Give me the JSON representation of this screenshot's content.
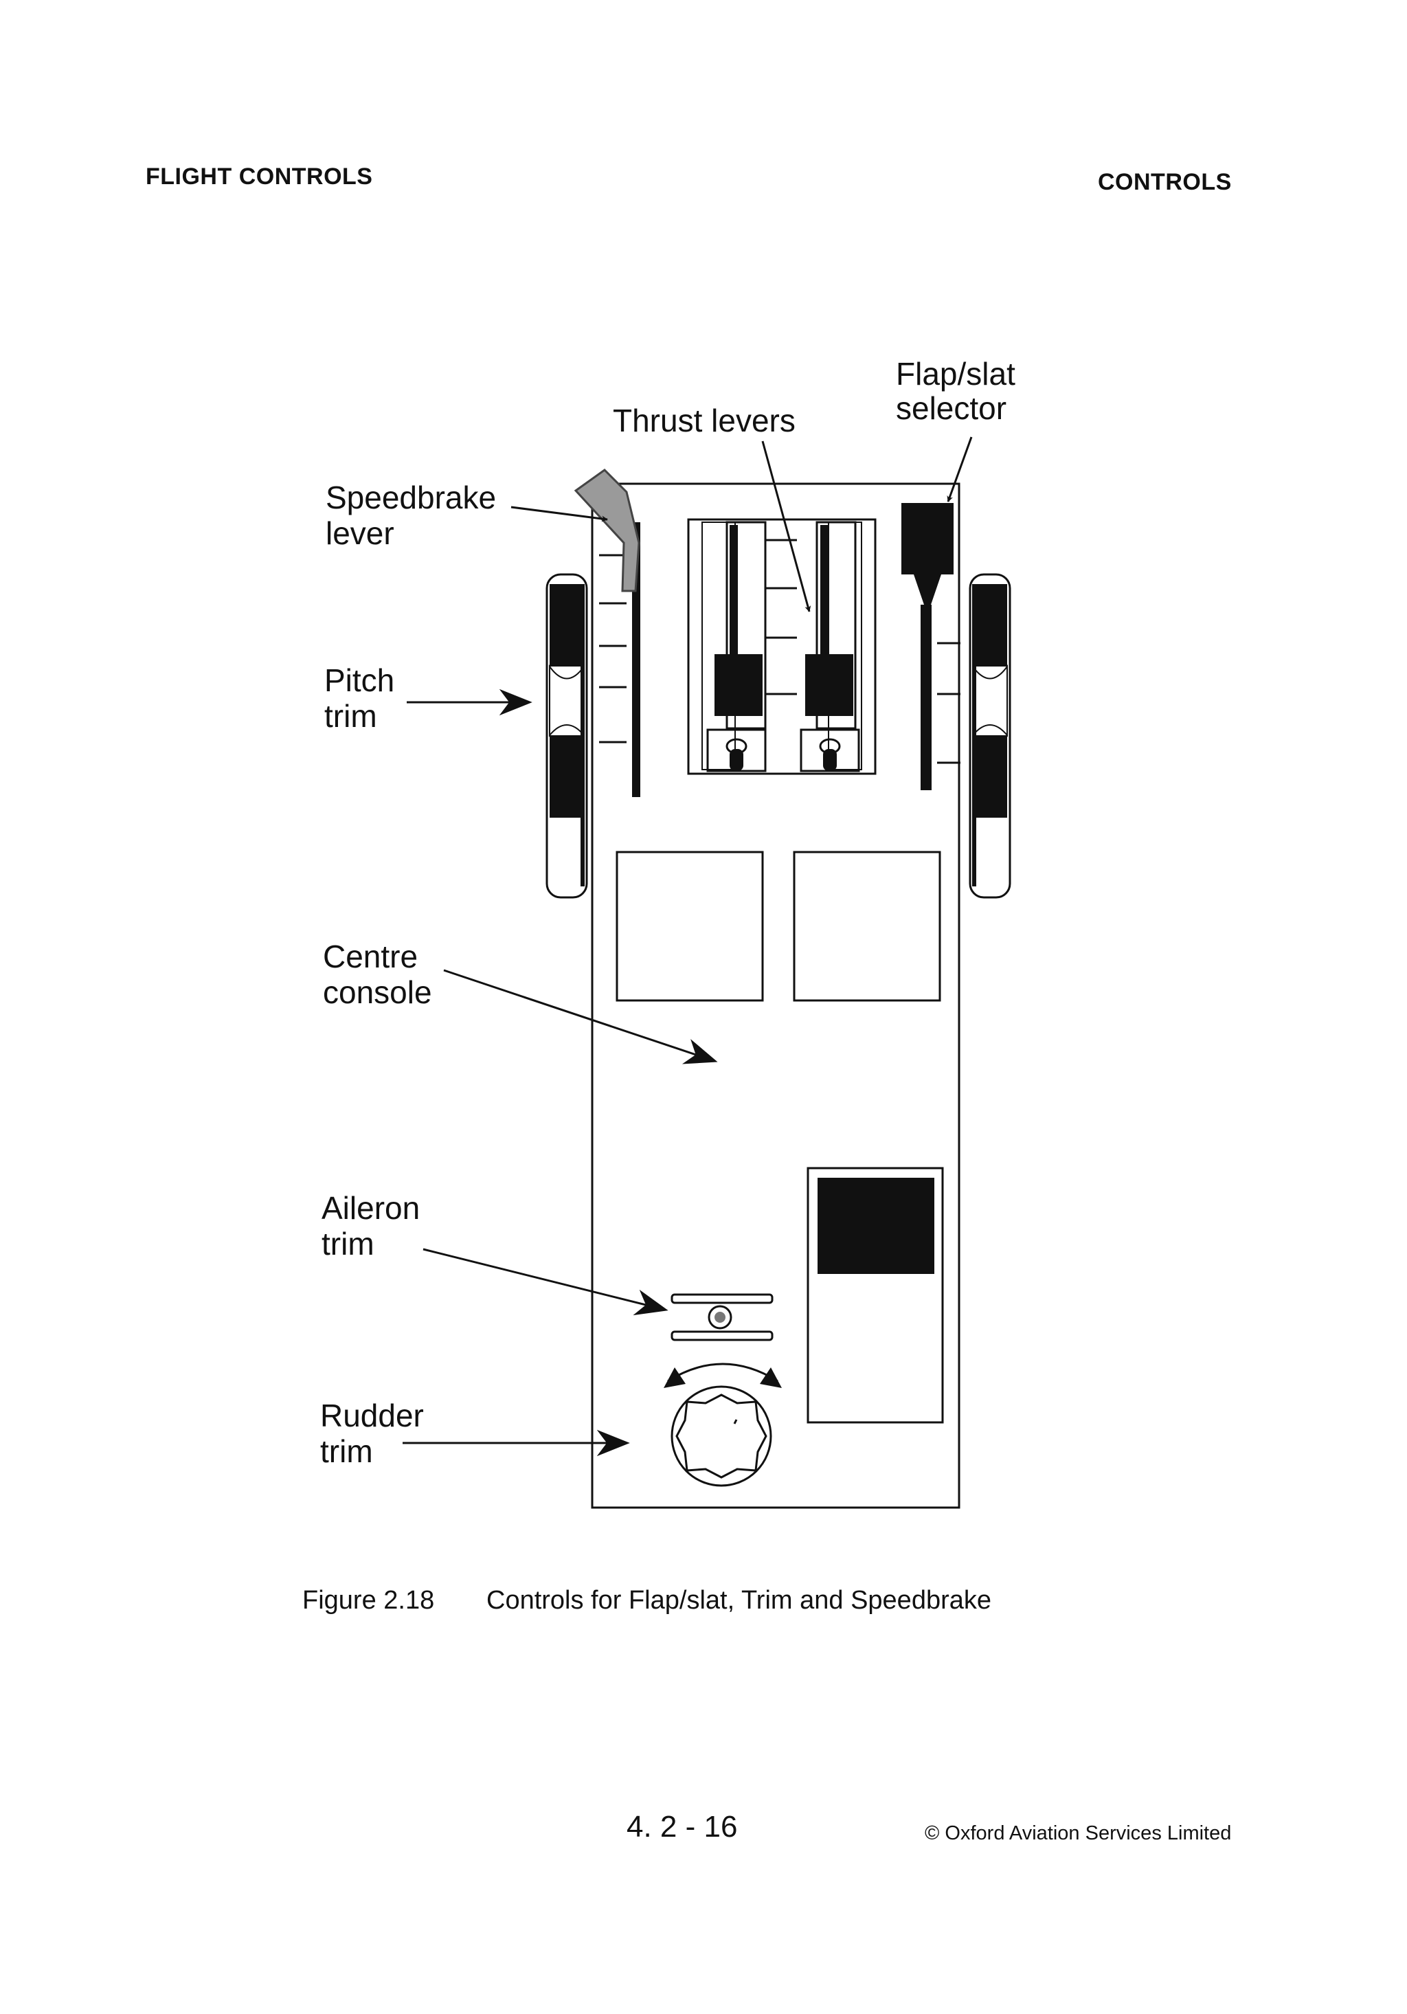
{
  "header": {
    "left": "FLIGHT CONTROLS",
    "right": "CONTROLS"
  },
  "labels": {
    "flap_slat": [
      "Flap/slat",
      "selector"
    ],
    "thrust": "Thrust levers",
    "speedbrake": [
      "Speedbrake",
      "lever"
    ],
    "pitch_trim": [
      "Pitch",
      "trim"
    ],
    "centre_console": [
      "Centre",
      "console"
    ],
    "aileron_trim": [
      "Aileron",
      "trim"
    ],
    "rudder_trim": [
      "Rudder",
      "trim"
    ]
  },
  "caption": {
    "number": "Figure 2.18",
    "text": "Controls for Flap/slat, Trim and Speedbrake"
  },
  "footer": {
    "page": "4. 2 - 16",
    "copyright": "© Oxford Aviation Services Limited"
  }
}
